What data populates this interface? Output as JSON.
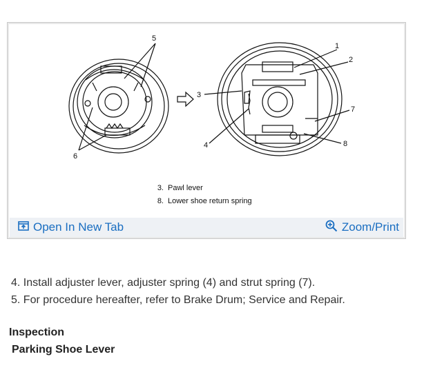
{
  "figure": {
    "callouts": {
      "left_top": "5",
      "left_bottom": "6",
      "right_1": "1",
      "right_2": "2",
      "right_3": "3",
      "right_4": "4",
      "right_7": "7",
      "right_8": "8"
    },
    "legend": [
      {
        "num": "3.",
        "text": "Pawl lever"
      },
      {
        "num": "8.",
        "text": "Lower shoe return spring"
      }
    ]
  },
  "toolbar": {
    "open_label": "Open In New Tab",
    "zoom_label": "Zoom/Print",
    "accent": "#1a6ec1"
  },
  "steps": [
    "4. Install adjuster lever, adjuster spring (4) and strut spring (7).",
    "5. For procedure hereafter, refer to Brake Drum; Service and Repair."
  ],
  "section_heading": "Inspection",
  "subsection_heading": "Parking Shoe Lever"
}
